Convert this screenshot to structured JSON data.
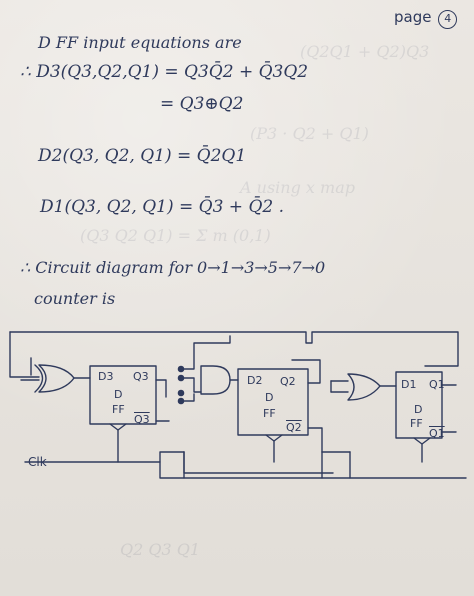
{
  "page": {
    "label": "page",
    "number": "4"
  },
  "text": {
    "heading": "D FF input equations are",
    "eq1": "∴ D3(Q3,Q2,Q1) = Q3Q̄2 + Q̄3Q2",
    "eq1b": "= Q3⊕Q2",
    "eq2": "D2(Q3, Q2, Q1) = Q̄2Q1",
    "eq3": "D1(Q3, Q2, Q1) = Q̄3 + Q̄2 .",
    "circuit_heading": "∴ Circuit diagram for 0→1→3→5→7→0",
    "counter_line": "counter is"
  },
  "diagram": {
    "clk_label": "Clk",
    "ff3": {
      "d": "D3",
      "q": "Q3",
      "name": "D",
      "type": "FF",
      "qbar": "Q3"
    },
    "ff2": {
      "d": "D2",
      "q": "Q2",
      "name": "D",
      "type": "FF",
      "qbar": "Q2"
    },
    "ff1": {
      "d": "D1",
      "q": "Q1",
      "name": "D",
      "type": "FF",
      "qbar": "Q1"
    }
  }
}
